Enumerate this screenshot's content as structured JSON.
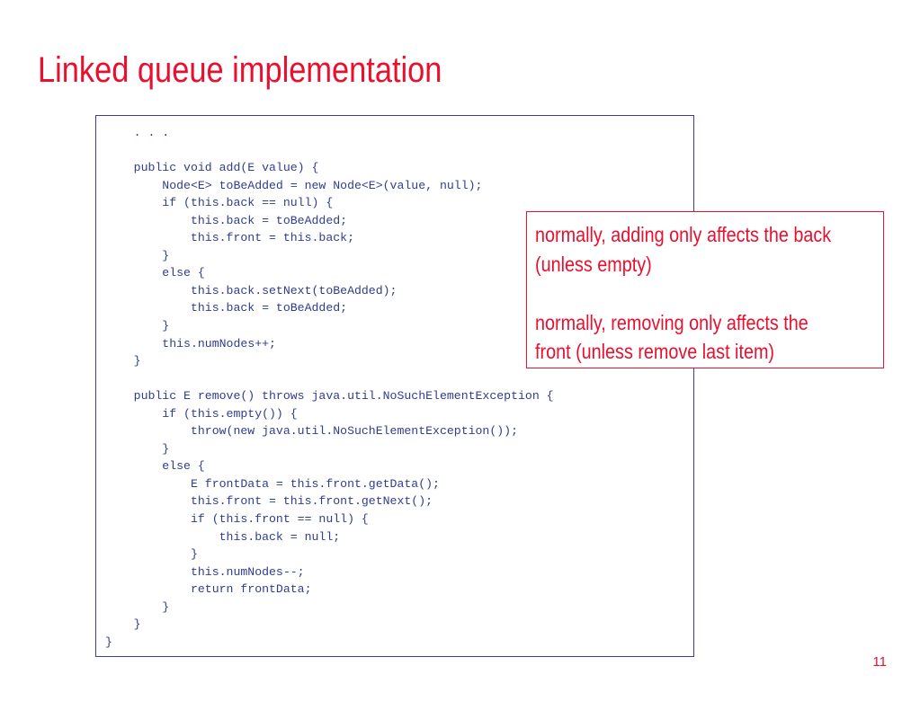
{
  "slide": {
    "title": "Linked queue implementation",
    "page_number": "11"
  },
  "code": {
    "lines": [
      "    . . .",
      "",
      "    public void add(E value) {",
      "        Node<E> toBeAdded = new Node<E>(value, null);",
      "        if (this.back == null) {",
      "            this.back = toBeAdded;",
      "            this.front = this.back;",
      "        }",
      "        else {",
      "            this.back.setNext(toBeAdded);",
      "            this.back = toBeAdded;",
      "        }",
      "        this.numNodes++;",
      "    }",
      "",
      "    public E remove() throws java.util.NoSuchElementException {",
      "        if (this.empty()) {",
      "            throw(new java.util.NoSuchElementException());",
      "        }",
      "        else {",
      "            E frontData = this.front.getData();",
      "            this.front = this.front.getNext();",
      "            if (this.front == null) {",
      "                this.back = null;",
      "            }",
      "            this.numNodes--;",
      "            return frontData;",
      "        }",
      "    }",
      "}"
    ]
  },
  "note": {
    "lines": [
      "normally, adding only affects the back",
      "(unless empty)",
      "",
      "normally, removing only affects the",
      "front (unless remove last item)"
    ]
  },
  "colors": {
    "accent_red": "#e8102e",
    "code_blue": "#2f3d8f",
    "code_border": "#3b3b9a"
  }
}
